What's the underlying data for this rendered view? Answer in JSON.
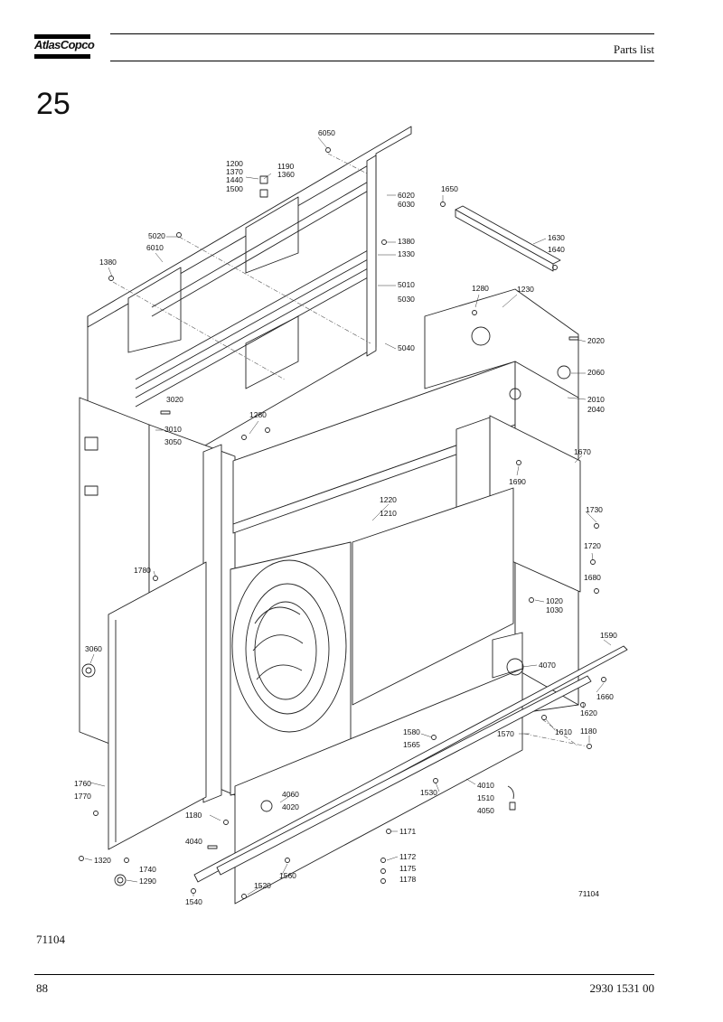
{
  "header": {
    "brand": "AtlasCopco",
    "title": "Parts list"
  },
  "section_number": "25",
  "drawing": {
    "ref_id": "71104",
    "callouts": [
      "6050",
      "1190",
      "1360",
      "1200",
      "1370",
      "1440",
      "1500",
      "6020",
      "6030",
      "1650",
      "5020",
      "6010",
      "1380",
      "1380",
      "1330",
      "1630",
      "1640",
      "5010",
      "5030",
      "1280",
      "1230",
      "5040",
      "2020",
      "2060",
      "3020",
      "2010",
      "2040",
      "3010",
      "3050",
      "1280",
      "1670",
      "1690",
      "1220",
      "1210",
      "1730",
      "1720",
      "1780",
      "1680",
      "1020",
      "1030",
      "1590",
      "3060",
      "4070",
      "1660",
      "1620",
      "1610",
      "1580",
      "1565",
      "1570",
      "1180",
      "1760",
      "1770",
      "4060",
      "1530",
      "4010",
      "4020",
      "1510",
      "4050",
      "1180",
      "1171",
      "4040",
      "1172",
      "1175",
      "1178",
      "1320",
      "1740",
      "1290",
      "1560",
      "1520",
      "1540"
    ]
  },
  "figure_caption": "71104",
  "footer": {
    "page_number": "88",
    "document_number": "2930 1531 00"
  }
}
